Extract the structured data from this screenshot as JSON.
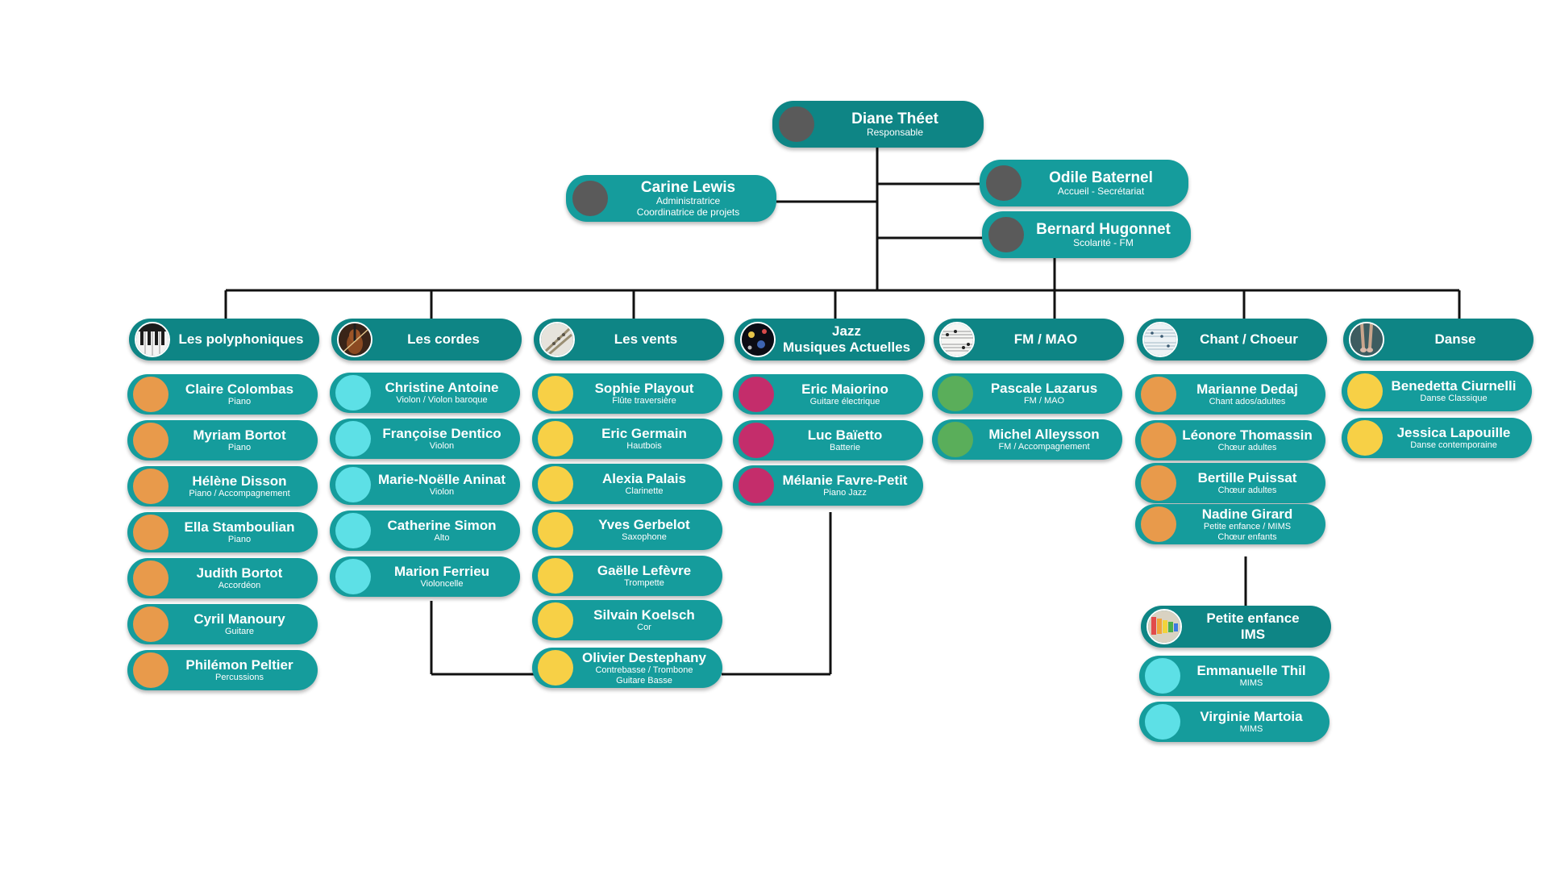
{
  "colors": {
    "teal": "#159c9c",
    "teal_dark": "#0e8585",
    "connector": "#111111",
    "leader_avatar": "#5a5a5a",
    "orange": "#e89a4b",
    "cyan": "#5de0e6",
    "yellow": "#f7d046",
    "magenta": "#c42d6b",
    "green": "#5aae5a"
  },
  "direction": {
    "responsable": {
      "name": "Diane Théet",
      "role": "Responsable"
    },
    "administratrice": {
      "name": "Carine Lewis",
      "role": "Administratrice",
      "role2": "Coordinatrice de projets"
    },
    "accueil": {
      "name": "Odile Baternel",
      "role": "Accueil - Secrétariat"
    },
    "scolarite": {
      "name": "Bernard Hugonnet",
      "role": "Scolarité - FM"
    }
  },
  "groups": [
    {
      "title": "Les polyphoniques",
      "icon": "piano-keys-icon",
      "color": "orange",
      "members": [
        {
          "name": "Claire Colombas",
          "role": "Piano"
        },
        {
          "name": "Myriam Bortot",
          "role": "Piano"
        },
        {
          "name": "Hélène Disson",
          "role": "Piano / Accompagnement"
        },
        {
          "name": "Ella Stamboulian",
          "role": "Piano"
        },
        {
          "name": "Judith Bortot",
          "role": "Accordéon"
        },
        {
          "name": "Cyril Manoury",
          "role": "Guitare"
        },
        {
          "name": "Philémon Peltier",
          "role": "Percussions"
        }
      ]
    },
    {
      "title": "Les cordes",
      "icon": "cello-icon",
      "color": "cyan",
      "members": [
        {
          "name": "Christine Antoine",
          "role": "Violon / Violon baroque"
        },
        {
          "name": "Françoise Dentico",
          "role": "Violon"
        },
        {
          "name": "Marie-Noëlle Aninat",
          "role": "Violon"
        },
        {
          "name": "Catherine Simon",
          "role": "Alto"
        },
        {
          "name": "Marion Ferrieu",
          "role": "Violoncelle"
        }
      ]
    },
    {
      "title": "Les vents",
      "icon": "flute-icon",
      "color": "yellow",
      "members": [
        {
          "name": "Sophie Playout",
          "role": "Flûte traversière"
        },
        {
          "name": "Eric Germain",
          "role": "Hautbois"
        },
        {
          "name": "Alexia Palais",
          "role": "Clarinette"
        },
        {
          "name": "Yves Gerbelot",
          "role": "Saxophone"
        },
        {
          "name": "Gaëlle Lefèvre",
          "role": "Trompette"
        },
        {
          "name": "Silvain Koelsch",
          "role": "Cor"
        },
        {
          "name": "Olivier Destephany",
          "role": "Contrebasse / Trombone",
          "role2": "Guitare Basse"
        }
      ]
    },
    {
      "title": "Jazz",
      "title2": "Musiques Actuelles",
      "icon": "stage-lights-icon",
      "color": "magenta",
      "members": [
        {
          "name": "Eric Maiorino",
          "role": "Guitare électrique"
        },
        {
          "name": "Luc Baïetto",
          "role": "Batterie"
        },
        {
          "name": "Mélanie Favre-Petit",
          "role": "Piano Jazz"
        }
      ]
    },
    {
      "title": "FM / MAO",
      "icon": "sheet-music-icon",
      "color": "green",
      "members": [
        {
          "name": "Pascale Lazarus",
          "role": "FM / MAO"
        },
        {
          "name": "Michel Alleysson",
          "role": "FM / Accompagnement"
        }
      ]
    },
    {
      "title": "Chant / Choeur",
      "icon": "score-icon",
      "color": "orange",
      "members": [
        {
          "name": "Marianne Dedaj",
          "role": "Chant ados/adultes"
        },
        {
          "name": "Léonore Thomassin",
          "role": "Chœur adultes"
        },
        {
          "name": "Bertille Puissat",
          "role": "Chœur adultes"
        },
        {
          "name": "Nadine Girard",
          "role": "Petite enfance / MIMS",
          "role2": "Chœur enfants"
        }
      ]
    },
    {
      "title": "Danse",
      "icon": "dancer-icon",
      "color": "yellow",
      "members": [
        {
          "name": "Benedetta Ciurnelli",
          "role": "Danse Classique"
        },
        {
          "name": "Jessica Lapouille",
          "role": "Danse contemporaine"
        }
      ]
    }
  ],
  "subgroup": {
    "title": "Petite enfance",
    "title2": "IMS",
    "icon": "xylophone-icon",
    "color": "cyan",
    "members": [
      {
        "name": "Emmanuelle Thil",
        "role": "MIMS"
      },
      {
        "name": "Virginie Martoia",
        "role": "MIMS"
      }
    ]
  }
}
